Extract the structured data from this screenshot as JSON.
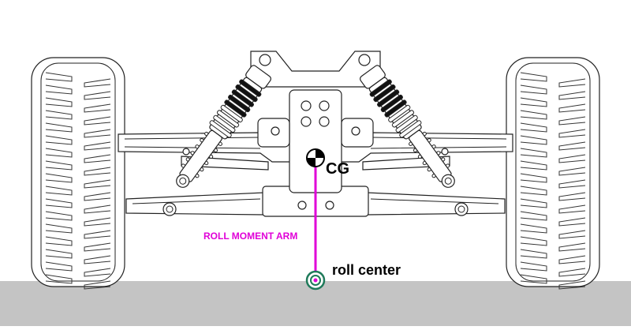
{
  "labels": {
    "cg": "CG",
    "roll_moment_arm": "ROLL MOMENT ARM",
    "roll_center": "roll center"
  },
  "colors": {
    "ground": "#c4c4c4",
    "moment_arm": "#e000d8",
    "roll_center_ring": "#1f7a5a",
    "line_art": "#222222",
    "label_text": "#000000"
  }
}
